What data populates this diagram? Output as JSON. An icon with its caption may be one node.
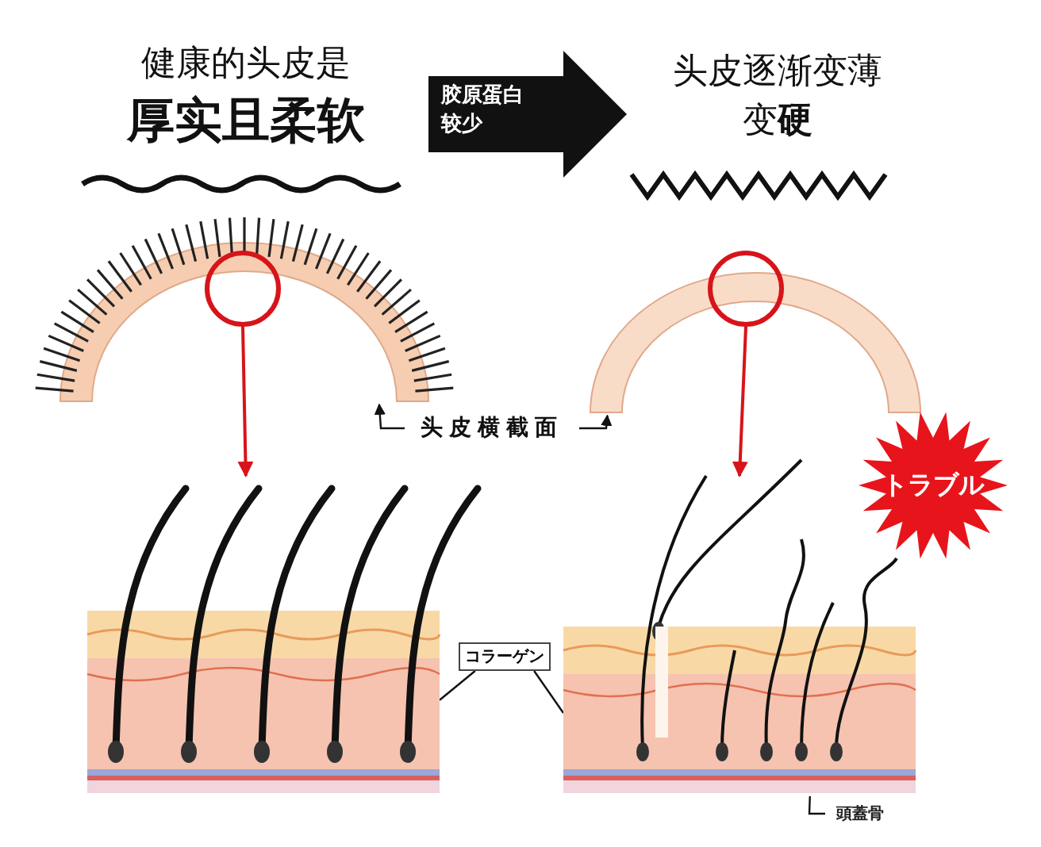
{
  "diagram": {
    "nodes": [
      {
        "text": [
          "健康的头皮是",
          "厚实且柔软"
        ]
      },
      {
        "text": [
          "头皮逐渐变薄",
          "变**硬**"
        ]
      },
      {
        "text": [],
        "shape": "picture"
      },
      {
        "text": [],
        "shape": "circle"
      },
      {
        "text": [],
        "shape": "picture"
      },
      {
        "text": [],
        "shape": "picture"
      },
      {
        "text": [],
        "shape": "circle"
      },
      {
        "text": [],
        "shape": "picture"
      },
      {
        "text": [
          "头皮横截面"
        ]
      },
      {
        "text": [
          "コラーゲン"
        ]
      },
      {
        "text": [
          "トラブル"
        ]
      },
      {
        "text": [
          "頭蓋骨"
        ]
      }
    ],
    "edges": [
      {
        "from": 0,
        "to": 1,
        "arrow": "to",
        "label": "胶原蛋白较少",
        "style": "thick"
      },
      {
        "from": 3,
        "to": 4,
        "arrow": "to",
        "color": "#d7141a"
      },
      {
        "from": 6,
        "to": 7,
        "arrow": "to",
        "color": "#d7141a"
      },
      {
        "from": 8,
        "to": 2,
        "arrow": "to"
      },
      {
        "from": 8,
        "to": 5,
        "arrow": "to"
      },
      {
        "from": 9,
        "to": 4,
        "arrow": "none"
      },
      {
        "from": 9,
        "to": 7,
        "arrow": "none"
      },
      {
        "from": 11,
        "to": 7,
        "arrow": "none"
      }
    ]
  }
}
